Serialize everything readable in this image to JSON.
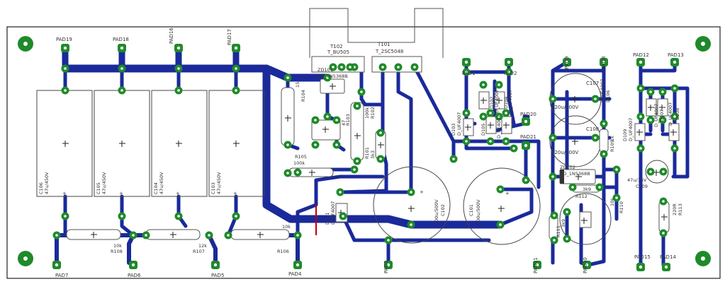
{
  "colors": {
    "background": "#ffffff",
    "outline": "#222222",
    "trace": "#1a2a9a",
    "pad_ring": "#1f8a2a",
    "pad_hole": "#ffffff",
    "silk": "#444444",
    "jumper": "#c00000"
  },
  "pads": [
    {
      "id": "pad19",
      "label": "PAD19"
    },
    {
      "id": "pad18",
      "label": "PAD18"
    },
    {
      "id": "pad16",
      "label": "PAD16"
    },
    {
      "id": "pad17",
      "label": "PAD17"
    },
    {
      "id": "pad1",
      "label": "PAD1"
    },
    {
      "id": "pad2",
      "label": "PAD2"
    },
    {
      "id": "pad9",
      "label": "PAD9"
    },
    {
      "id": "pad8",
      "label": "PAD8"
    },
    {
      "id": "pad12",
      "label": "PAD12"
    },
    {
      "id": "pad13",
      "label": "PAD13"
    },
    {
      "id": "pad20",
      "label": "PAD20"
    },
    {
      "id": "pad21",
      "label": "PAD21"
    },
    {
      "id": "pad7",
      "label": "PAD7"
    },
    {
      "id": "pad6",
      "label": "PAD6"
    },
    {
      "id": "pad5",
      "label": "PAD5"
    },
    {
      "id": "pad4",
      "label": "PAD4"
    },
    {
      "id": "pad3",
      "label": "PAD3"
    },
    {
      "id": "pad11",
      "label": "PAD11"
    },
    {
      "id": "pad10",
      "label": "PAD10"
    },
    {
      "id": "pad15",
      "label": "PAD15"
    },
    {
      "id": "pad14",
      "label": "PAD14"
    }
  ],
  "components": {
    "t102": {
      "ref": "T102",
      "value": "T_BU505"
    },
    "t101": {
      "ref": "T101",
      "value": "T_2SC5048"
    },
    "zd101": {
      "ref": "ZD101",
      "value": "ZD_1N5368B"
    },
    "zd102": {
      "ref": "ZD102",
      "value": "ZD_1N5368B"
    },
    "c106": {
      "ref": "C106",
      "value": "47u/450V"
    },
    "c105": {
      "ref": "C105",
      "value": "47u/450V"
    },
    "c104": {
      "ref": "C104",
      "value": "47u/450V"
    },
    "c103": {
      "ref": "C103",
      "value": "47u/450V"
    },
    "c102": {
      "ref": "C102",
      "value": "100u/500V"
    },
    "c101": {
      "ref": "C101",
      "value": "100u/500V"
    },
    "c107": {
      "ref": "C107",
      "value": "220u/100V"
    },
    "c108": {
      "ref": "C108",
      "value": "220u/100V"
    },
    "c109": {
      "ref": "C109",
      "value": "47u/16V"
    },
    "r108": {
      "ref": "R108",
      "value": "10k"
    },
    "r107": {
      "ref": "R107",
      "value": "12k"
    },
    "r106": {
      "ref": "R106",
      "value": "10k"
    },
    "r105": {
      "ref": "R105",
      "value": "100k"
    },
    "r104": {
      "ref": "R104",
      "value": "15"
    },
    "r103": {
      "ref": "R103",
      "value": "47"
    },
    "r102": {
      "ref": "R102",
      "value": "100k"
    },
    "r101": {
      "ref": "R101",
      "value": "3k3"
    },
    "r109": {
      "ref": "R109",
      "value": "1k"
    },
    "r110": {
      "ref": "R110",
      "value": "10k"
    },
    "r111": {
      "ref": "R111",
      "value": "3k9"
    },
    "r112": {
      "ref": "R112",
      "value": "3k9"
    },
    "r113": {
      "ref": "R113",
      "value": "220R"
    },
    "d101": {
      "ref": "D101",
      "value": "D_UF4007"
    },
    "d102": {
      "ref": "D102",
      "value": "D_UF4007"
    },
    "d103": {
      "ref": "D103",
      "value": "D_UF4007"
    },
    "d104": {
      "ref": "D104",
      "value": "D_UF4007"
    },
    "d105": {
      "ref": "D105",
      "value": "D_UF4007"
    },
    "d106": {
      "ref": "D106",
      "value": "D_UF4007"
    },
    "d107": {
      "ref": "D107",
      "value": "D_UF4007"
    },
    "d108": {
      "ref": "D108",
      "value": "D_UF4007"
    },
    "d109": {
      "ref": "D109",
      "value": "D_UF4007"
    }
  }
}
